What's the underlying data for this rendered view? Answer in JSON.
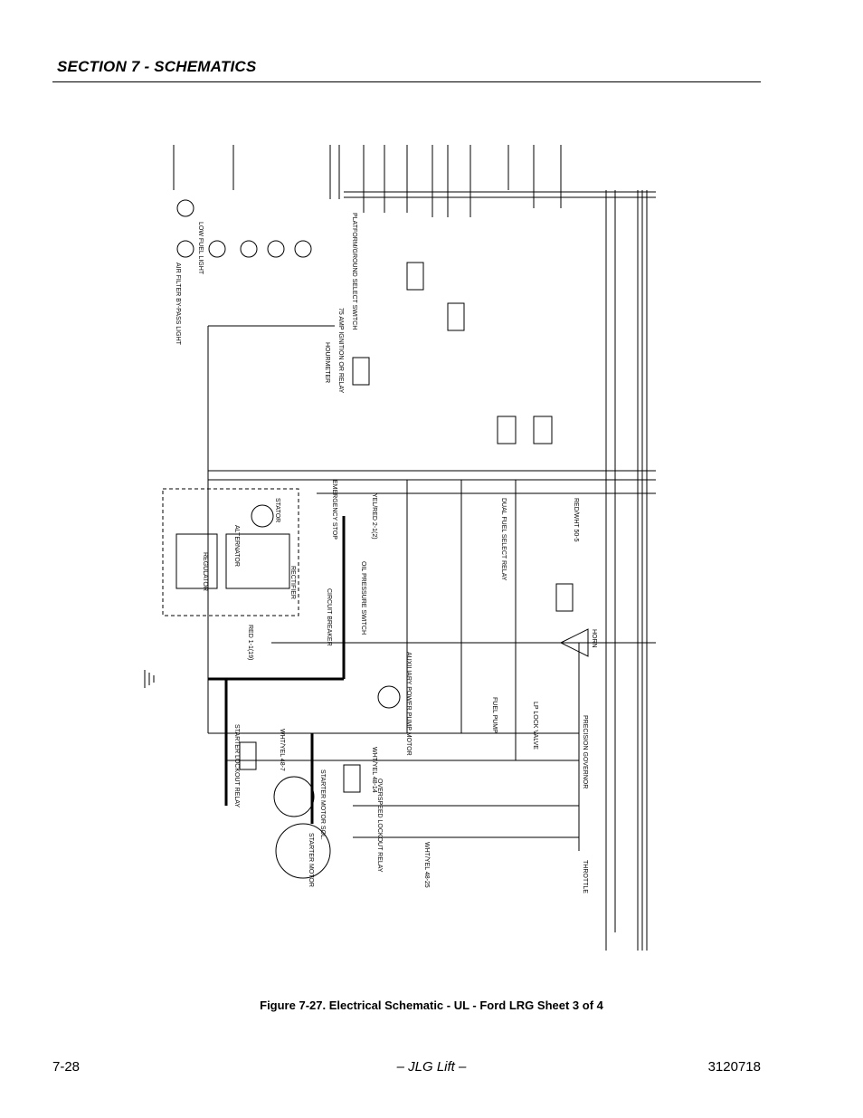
{
  "header": {
    "section_title": "SECTION 7 - SCHEMATICS"
  },
  "figure": {
    "caption": "Figure 7-27.  Electrical Schematic - UL - Ford LRG Sheet 3 of 4",
    "labels": {
      "alternator": "ALTERNATOR",
      "regulator": "REGULATOR",
      "rectifier": "RECTIFIER",
      "stator": "STATOR",
      "starter_motor": "STARTER MOTOR",
      "starter_sol": "STARTER MOTOR SOL.",
      "precision_governor": "PRECISION GOVERNOR",
      "aux_pump": "AUXILIARY POWER PUMP MOTOR",
      "horn": "HORN",
      "throttle": "THROTTLE",
      "ignition_relay": "75 AMP IGNITION OR RELAY",
      "platform_ground": "PLATFORM/GROUND SELECT SWITCH",
      "emergency_stop": "EMERGENCY STOP",
      "dual_fuel": "DUAL FUEL SELECT RELAY",
      "oil_pressure": "OIL PRESSURE SWITCH",
      "low_fuel": "LOW FUEL LIGHT",
      "air_filter": "AIR FILTER BY-PASS LIGHT",
      "circuit_breaker": "CIRCUIT BREAKER",
      "hourmeter": "HOURMETER",
      "starter_lockout": "STARTER LOCKOUT RELAY",
      "overspeed": "OVERSPEED LOCKOUT RELAY",
      "fuel_pump": "FUEL PUMP",
      "lp_lock": "LP LOCK VALVE",
      "red_wht": "RED/WHT 50-5",
      "wht_yel_487": "WHT/YEL 48-7",
      "wht_yel_4814": "WHT/YEL 48-14",
      "wht_yel_4825": "WHT/YEL 48-25",
      "yel_red": "YEL/RED 2-1(2)",
      "red_11": "RED 1-1(19)"
    }
  },
  "footer": {
    "page_number": "7-28",
    "center_text": "– JLG Lift –",
    "doc_number": "3120718"
  }
}
